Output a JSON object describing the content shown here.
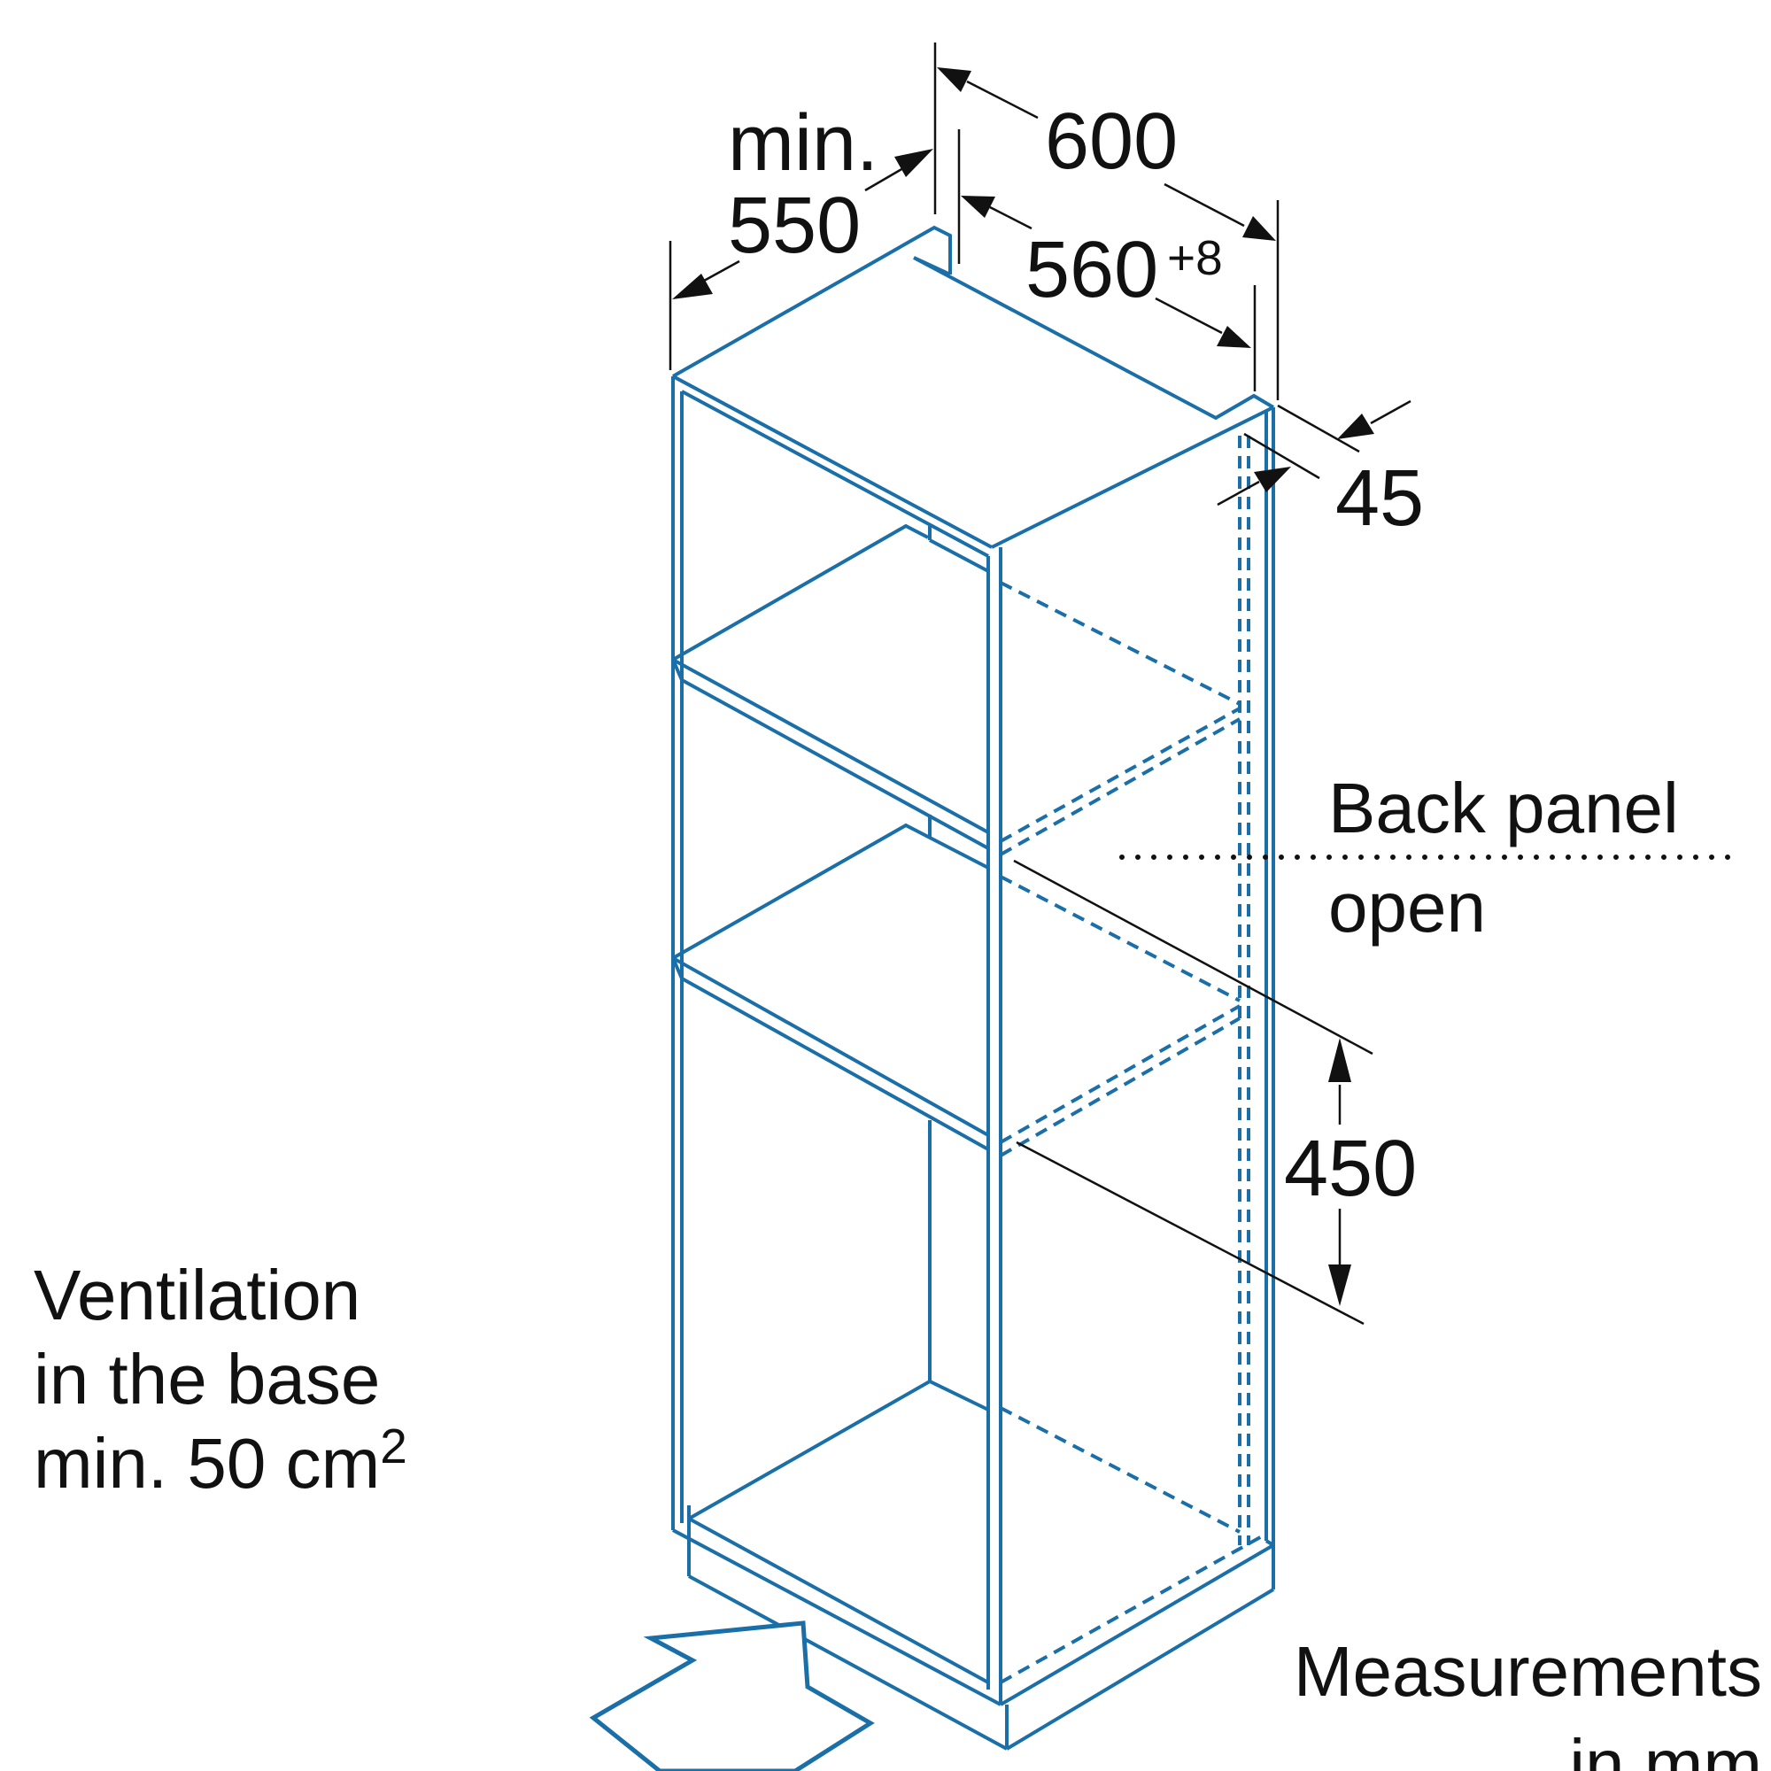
{
  "dimensions": {
    "min_label": "min.",
    "depth_min": "550",
    "width_outer": "600",
    "width_niche": "560",
    "width_niche_tolerance": "+8",
    "back_gap": "45",
    "niche_height": "450"
  },
  "labels": {
    "back_panel_line1": "Back panel",
    "back_panel_line2": "open",
    "ventilation_line1": "Ventilation",
    "ventilation_line2": "in the base",
    "ventilation_line3": "min. 50 cm",
    "ventilation_sup": "2",
    "units_line1": "Measurements",
    "units_line2": "in mm"
  },
  "colors": {
    "cabinet_stroke": "#1a6fa8",
    "dimension_stroke": "#111111"
  },
  "icons": {
    "airflow": "inflow-arrow-icon"
  }
}
